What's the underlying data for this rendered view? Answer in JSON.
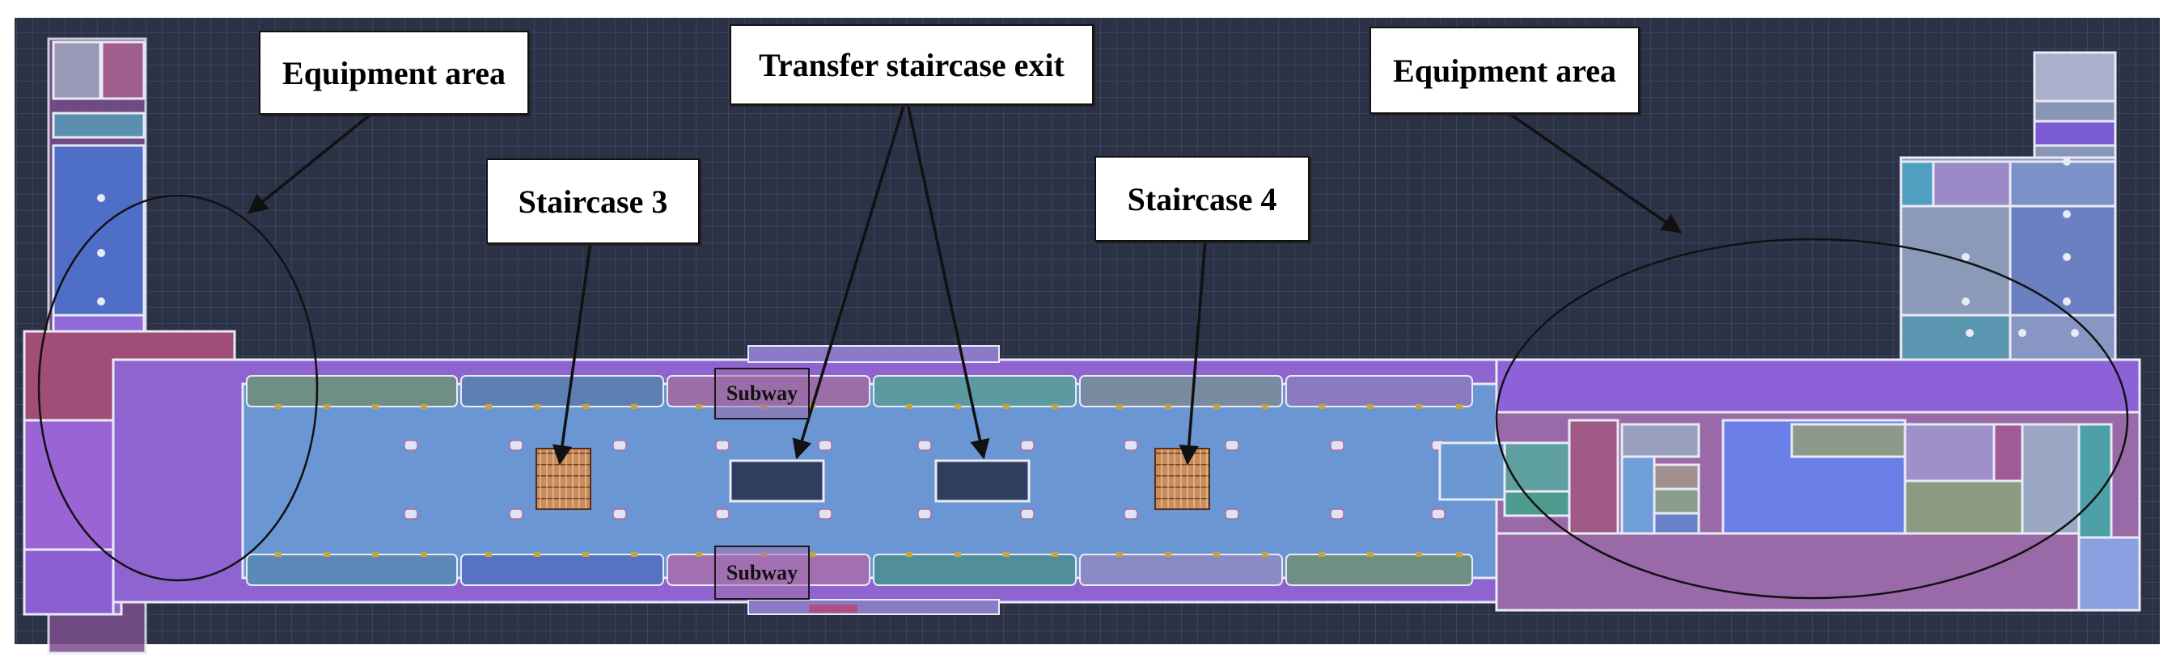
{
  "callouts": {
    "equipment_left": "Equipment area",
    "transfer": "Transfer staircase exit",
    "equipment_right": "Equipment area",
    "staircase3": "Staircase 3",
    "staircase4": "Staircase 4"
  },
  "subway_labels": {
    "top": "Subway",
    "bottom": "Subway"
  },
  "colors": {
    "background_grid": "#2c3246",
    "concourse": "#6a96d4",
    "corridor_purple": "#9b72cf",
    "stair_fill": "#c98c5a",
    "wall": "#e8eaf4",
    "annotation": "#111111"
  }
}
